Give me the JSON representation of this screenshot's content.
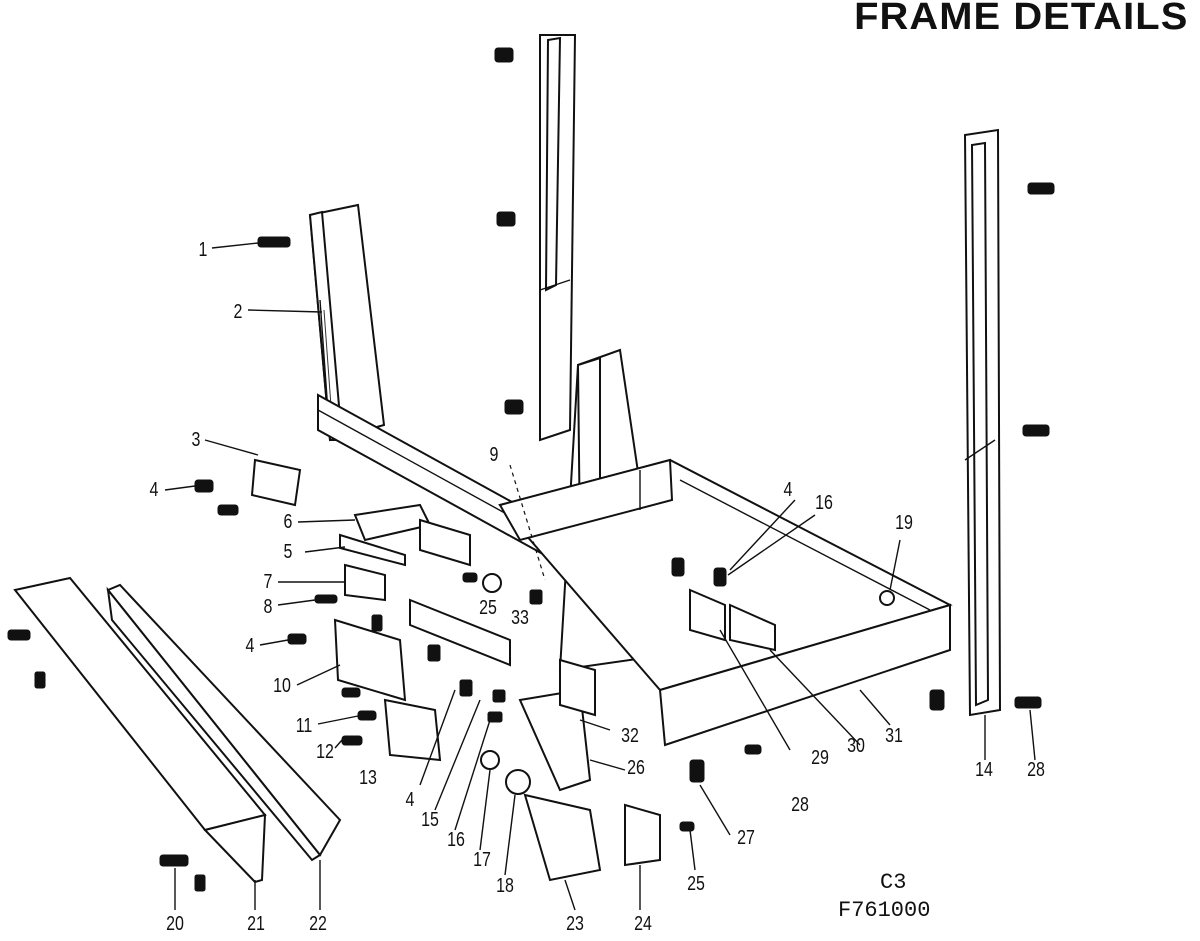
{
  "title": "FRAME DETAILS",
  "footer": {
    "code_line1": "C3",
    "code_line2": "F761000"
  },
  "callouts": [
    {
      "label": "1"
    },
    {
      "label": "2"
    },
    {
      "label": "3"
    },
    {
      "label": "4"
    },
    {
      "label": "5"
    },
    {
      "label": "6"
    },
    {
      "label": "7"
    },
    {
      "label": "8"
    },
    {
      "label": "4"
    },
    {
      "label": "10"
    },
    {
      "label": "11"
    },
    {
      "label": "12"
    },
    {
      "label": "13"
    },
    {
      "label": "4"
    },
    {
      "label": "15"
    },
    {
      "label": "16"
    },
    {
      "label": "17"
    },
    {
      "label": "18"
    },
    {
      "label": "20"
    },
    {
      "label": "21"
    },
    {
      "label": "22"
    },
    {
      "label": "23"
    },
    {
      "label": "24"
    },
    {
      "label": "25"
    },
    {
      "label": "25"
    },
    {
      "label": "33"
    },
    {
      "label": "9"
    },
    {
      "label": "32"
    },
    {
      "label": "26"
    },
    {
      "label": "27"
    },
    {
      "label": "28"
    },
    {
      "label": "29"
    },
    {
      "label": "30"
    },
    {
      "label": "31"
    },
    {
      "label": "4"
    },
    {
      "label": "16"
    },
    {
      "label": "19"
    },
    {
      "label": "14"
    },
    {
      "label": "28"
    }
  ]
}
